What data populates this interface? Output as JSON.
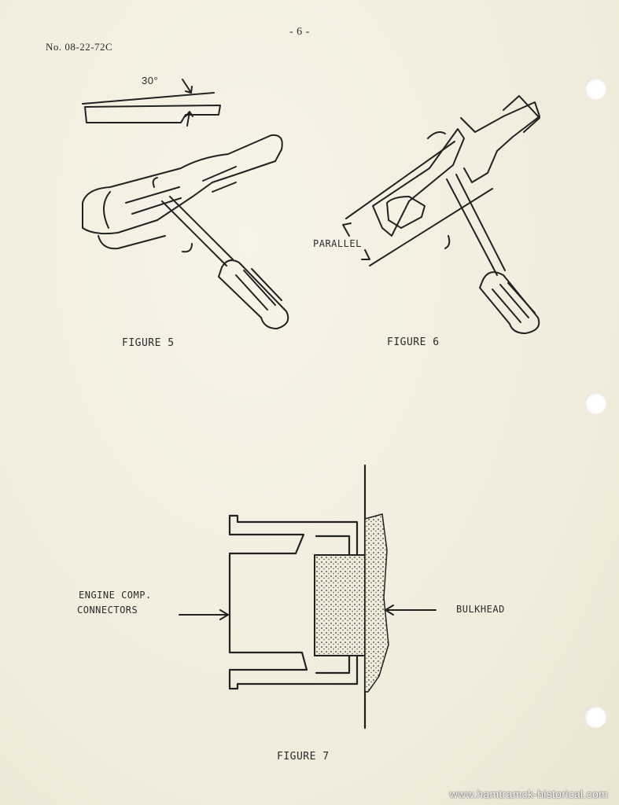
{
  "header": {
    "doc_number": "No. 08-22-72C",
    "page_number": "- 6 -"
  },
  "figure5": {
    "angle_label": "30°",
    "caption": "FIGURE 5"
  },
  "figure6": {
    "parallel_label": "PARALLEL",
    "caption": "FIGURE 6"
  },
  "figure7": {
    "engine_label_line1": "ENGINE COMP.",
    "engine_label_line2": "CONNECTORS",
    "bulkhead_label": "BULKHEAD",
    "caption": "FIGURE 7"
  },
  "footer": {
    "watermark": "www.hamtramck-historical.com"
  }
}
